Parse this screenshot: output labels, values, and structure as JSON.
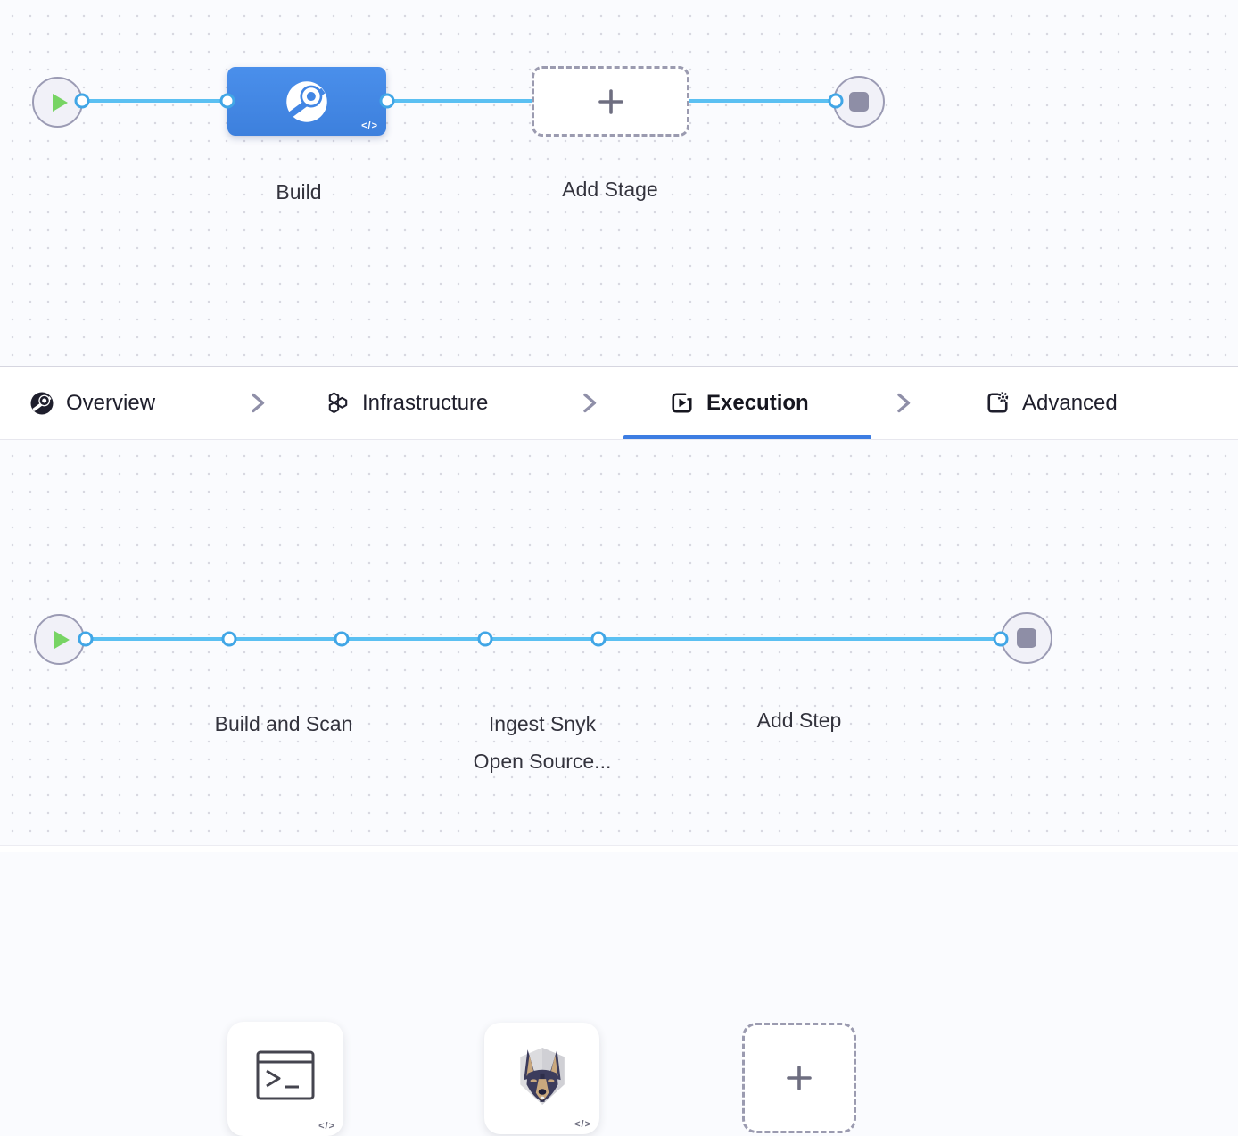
{
  "stage_canvas": {
    "build_stage": {
      "label": "Build",
      "code_badge": "</>"
    },
    "add_stage": {
      "label": "Add Stage"
    }
  },
  "tabs": {
    "items": [
      {
        "label": "Overview",
        "icon": "ci-overview-icon",
        "active": false
      },
      {
        "label": "Infrastructure",
        "icon": "hexagons-icon",
        "active": false
      },
      {
        "label": "Execution",
        "icon": "play-screen-icon",
        "active": true
      },
      {
        "label": "Advanced",
        "icon": "page-gear-icon",
        "active": false
      }
    ]
  },
  "execution_canvas": {
    "build_and_scan": {
      "label": "Build and Scan",
      "code_badge": "</>"
    },
    "ingest_snyk": {
      "label_line1": "Ingest Snyk",
      "label_line2": "Open Source...",
      "code_badge": "</>"
    },
    "add_step": {
      "label": "Add Step"
    }
  },
  "icons": {
    "start": "play-icon",
    "end": "stop-icon",
    "add": "plus-icon",
    "separator": "chevron-right-icon",
    "build_stage": "ci-build-icon",
    "build_and_scan": "terminal-icon",
    "ingest_snyk": "snyk-dog-icon",
    "code": "code-badge-icon"
  },
  "colors": {
    "canvas_bg": "#fafbfe",
    "grid_dot": "#d8d8e1",
    "edge_blue": "#5bc0f2",
    "anchor_ring_blue": "#41a6e6",
    "stage_node_blue": "#4286e4",
    "active_tab_underline": "#3d7de2",
    "play_green": "#77d464",
    "endpoint_fill": "#f1f1f8",
    "endpoint_border": "#9b9bb4",
    "dashed_border": "#9b9bb0",
    "label_text": "#33333d"
  }
}
